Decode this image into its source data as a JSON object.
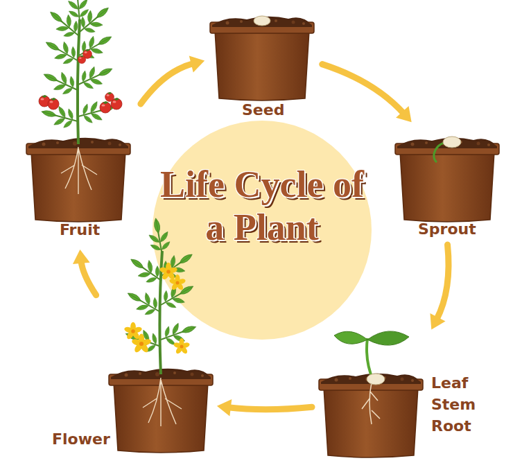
{
  "diagram": {
    "title": "Life Cycle of a Plant",
    "nodes": [
      {
        "text": [
          "Seed"
        ]
      },
      {
        "text": [
          "Sprout"
        ]
      },
      {
        "text": [
          "Leaf Stem Root"
        ]
      },
      {
        "text": [
          "Flower"
        ]
      },
      {
        "text": [
          "Fruit"
        ]
      }
    ],
    "edges": [
      {
        "from": 4,
        "to": 0,
        "arrow": "to"
      },
      {
        "from": 0,
        "to": 1,
        "arrow": "to"
      },
      {
        "from": 1,
        "to": 2,
        "arrow": "to"
      },
      {
        "from": 2,
        "to": 3,
        "arrow": "to"
      },
      {
        "from": 3,
        "to": 4,
        "arrow": "to"
      }
    ]
  }
}
